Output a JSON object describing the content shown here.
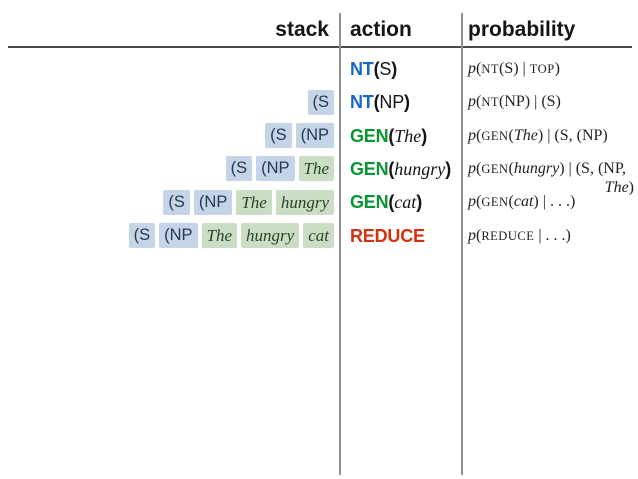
{
  "header": {
    "stack_label": "stack",
    "action_label": "action",
    "probability_label": "probability"
  },
  "colors": {
    "nt_action": "#1668c4",
    "gen_action": "#0b9433",
    "reduce_action": "#d5310e",
    "nt_box_bg": "#c5d4e7",
    "nt_box_text": "#253955",
    "word_box_bg": "#cbdec5",
    "word_box_text": "#27452a"
  },
  "rows": [
    {
      "stack": [],
      "action": {
        "op": "NT",
        "color": "nt",
        "arg": "S",
        "arg_kind": "nt"
      },
      "prob": [
        {
          "t": "p",
          "s": "it"
        },
        {
          "t": "(",
          "s": "pl"
        },
        {
          "t": "NT",
          "s": "sc"
        },
        {
          "t": "(S) | ",
          "s": "pl"
        },
        {
          "t": "TOP",
          "s": "sc"
        },
        {
          "t": ")",
          "s": "pl"
        }
      ]
    },
    {
      "stack": [
        {
          "text": "(S",
          "kind": "nt"
        }
      ],
      "action": {
        "op": "NT",
        "color": "nt",
        "arg": "NP",
        "arg_kind": "nt"
      },
      "prob": [
        {
          "t": "p",
          "s": "it"
        },
        {
          "t": "(",
          "s": "pl"
        },
        {
          "t": "NT",
          "s": "sc"
        },
        {
          "t": "(NP) | (S)",
          "s": "pl"
        }
      ]
    },
    {
      "stack": [
        {
          "text": "(S",
          "kind": "nt"
        },
        {
          "text": "(NP",
          "kind": "nt"
        }
      ],
      "action": {
        "op": "GEN",
        "color": "gen",
        "arg": "The",
        "arg_kind": "word"
      },
      "prob": [
        {
          "t": "p",
          "s": "it"
        },
        {
          "t": "(",
          "s": "pl"
        },
        {
          "t": "GEN",
          "s": "sc"
        },
        {
          "t": "(",
          "s": "pl"
        },
        {
          "t": "The",
          "s": "it"
        },
        {
          "t": ") | (S, (NP)",
          "s": "pl"
        }
      ]
    },
    {
      "stack": [
        {
          "text": "(S",
          "kind": "nt"
        },
        {
          "text": "(NP",
          "kind": "nt"
        },
        {
          "text": "The",
          "kind": "word"
        }
      ],
      "action": {
        "op": "GEN",
        "color": "gen",
        "arg": "hungry",
        "arg_kind": "word"
      },
      "prob": [
        {
          "t": "p",
          "s": "it"
        },
        {
          "t": "(",
          "s": "pl"
        },
        {
          "t": "GEN",
          "s": "sc"
        },
        {
          "t": "(",
          "s": "pl"
        },
        {
          "t": "hungry",
          "s": "it"
        },
        {
          "t": ") | (S, (NP,",
          "s": "pl"
        }
      ],
      "prob_line2": [
        {
          "t": "The",
          "s": "it"
        },
        {
          "t": ")",
          "s": "pl"
        }
      ]
    },
    {
      "stack": [
        {
          "text": "(S",
          "kind": "nt"
        },
        {
          "text": "(NP",
          "kind": "nt"
        },
        {
          "text": "The",
          "kind": "word"
        },
        {
          "text": "hungry",
          "kind": "word"
        }
      ],
      "action": {
        "op": "GEN",
        "color": "gen",
        "arg": "cat",
        "arg_kind": "word"
      },
      "prob": [
        {
          "t": "p",
          "s": "it"
        },
        {
          "t": "(",
          "s": "pl"
        },
        {
          "t": "GEN",
          "s": "sc"
        },
        {
          "t": "(",
          "s": "pl"
        },
        {
          "t": "cat",
          "s": "it"
        },
        {
          "t": ") | . . .)",
          "s": "pl"
        }
      ]
    },
    {
      "stack": [
        {
          "text": "(S",
          "kind": "nt"
        },
        {
          "text": "(NP",
          "kind": "nt"
        },
        {
          "text": "The",
          "kind": "word"
        },
        {
          "text": "hungry",
          "kind": "word"
        },
        {
          "text": "cat",
          "kind": "word"
        }
      ],
      "action": {
        "op": "REDUCE",
        "color": "reduce",
        "arg": null,
        "arg_kind": null
      },
      "prob": [
        {
          "t": "p",
          "s": "it"
        },
        {
          "t": "(",
          "s": "pl"
        },
        {
          "t": "REDUCE",
          "s": "sc"
        },
        {
          "t": " | . . .)",
          "s": "pl"
        }
      ]
    }
  ]
}
